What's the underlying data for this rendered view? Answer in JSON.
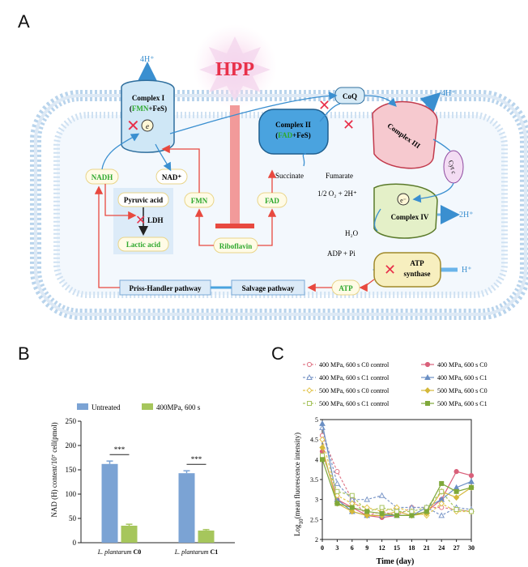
{
  "panels": {
    "a": "A",
    "b": "B",
    "c": "C"
  },
  "diagram": {
    "hpp": "HPP",
    "proton_top": "4H⁺",
    "proton_right": "4H⁺",
    "proton_c4": "2H⁺",
    "proton_atp": "H⁺",
    "complex1": {
      "title": "Complex I",
      "fmn": "FMN",
      "plus": "+FeS",
      "e": "e"
    },
    "complex2": {
      "title": "Complex II",
      "fad": "FAD",
      "plus": "+FeS"
    },
    "complex3": "Complex III",
    "complex4": "Complex IV",
    "coq": "CoQ",
    "cytc": "Cyt c",
    "e_c4": "e⁻",
    "nadh": "NADH",
    "nad": "NAD⁺",
    "pyruvic": "Pyruvic acid",
    "ldh": "LDH",
    "lactic": "Lactic acid",
    "fmn": "FMN",
    "fad": "FAD",
    "riboflavin": "Riboflavin",
    "succinate": "Succinate",
    "fumarate": "Fumarate",
    "oxygen": "1/2 O₂ + 2H⁺",
    "water": "H₂O",
    "adp": "ADP + Pi",
    "atp_synthase_1": "ATP",
    "atp_synthase_2": "synthase",
    "atp": "ATP",
    "priss": "Priss-Handler pathway",
    "salvage": "Salvage pathway"
  },
  "chart_data": [
    {
      "type": "bar",
      "ylabel": "NAD (H) content/10⁷ cell(pmol)",
      "ylim": [
        0,
        250
      ],
      "yticks": [
        0,
        50,
        100,
        150,
        200,
        250
      ],
      "categories": [
        "L. plantarum C0",
        "L. plantarum C1"
      ],
      "category_parts": [
        [
          "L. plantarum",
          "C0"
        ],
        [
          "L. plantarum",
          "C1"
        ]
      ],
      "series": [
        {
          "name": "Untreated",
          "color": "#7ba3d4",
          "values": [
            162,
            143
          ],
          "errors": [
            6,
            5
          ]
        },
        {
          "name": "400MPa, 600 s",
          "color": "#a6c65c",
          "values": [
            35,
            25
          ],
          "errors": [
            3,
            2
          ]
        }
      ],
      "significance": [
        "***",
        "***"
      ]
    },
    {
      "type": "line",
      "xlabel": "Time (day)",
      "ylabel": "Log10(mean fluorescence intensity)",
      "ylabel_parts": [
        "Log",
        "10",
        "(mean fluorescence intensity)"
      ],
      "xlim": [
        0,
        30
      ],
      "ylim": [
        2,
        5
      ],
      "xticks": [
        0,
        3,
        6,
        9,
        12,
        15,
        18,
        21,
        24,
        27,
        30
      ],
      "yticks": [
        2,
        2.5,
        3,
        3.5,
        4,
        4.5,
        5
      ],
      "legend_position": "top",
      "x": [
        0,
        3,
        6,
        9,
        12,
        15,
        18,
        21,
        24,
        27,
        30
      ],
      "series": [
        {
          "name": "400 MPa, 600 s C0 control",
          "color": "#e07a8a",
          "marker": "circle-open",
          "dashed": true,
          "values": [
            4.6,
            3.7,
            3.0,
            2.6,
            2.7,
            2.6,
            2.8,
            2.8,
            2.8,
            2.75,
            2.7
          ]
        },
        {
          "name": "400 MPa, 600 s C0",
          "color": "#d9607a",
          "marker": "circle",
          "dashed": false,
          "values": [
            4.2,
            3.0,
            2.8,
            2.6,
            2.55,
            2.6,
            2.6,
            2.7,
            3.0,
            3.7,
            3.6
          ]
        },
        {
          "name": "400 MPa, 600 s C1 control",
          "color": "#7b97c8",
          "marker": "triangle-open",
          "dashed": true,
          "values": [
            4.8,
            3.4,
            3.0,
            3.0,
            3.1,
            2.8,
            2.8,
            2.8,
            2.6,
            2.8,
            2.75
          ]
        },
        {
          "name": "400 MPa, 600 s C1",
          "color": "#6a8fc4",
          "marker": "triangle",
          "dashed": false,
          "values": [
            4.9,
            3.0,
            2.7,
            2.6,
            2.6,
            2.6,
            2.6,
            2.8,
            3.0,
            3.3,
            3.45
          ]
        },
        {
          "name": "500 MPa, 600 s C0 control",
          "color": "#e2c44a",
          "marker": "diamond-open",
          "dashed": true,
          "values": [
            4.5,
            3.1,
            2.9,
            2.8,
            2.7,
            2.8,
            2.7,
            2.6,
            2.9,
            2.7,
            2.7
          ]
        },
        {
          "name": "500 MPa, 600 s C0",
          "color": "#d4b83a",
          "marker": "diamond",
          "dashed": false,
          "values": [
            4.3,
            2.9,
            2.7,
            2.6,
            2.6,
            2.7,
            2.6,
            2.65,
            3.2,
            3.05,
            3.3
          ]
        },
        {
          "name": "500 MPa, 600 s C1 control",
          "color": "#a8c460",
          "marker": "square-open",
          "dashed": true,
          "values": [
            4.1,
            3.2,
            3.1,
            2.7,
            2.8,
            2.7,
            2.7,
            2.8,
            3.2,
            2.75,
            2.7
          ]
        },
        {
          "name": "500 MPa, 600 s C1",
          "color": "#7fa83a",
          "marker": "square",
          "dashed": false,
          "values": [
            4.0,
            2.9,
            2.8,
            2.7,
            2.65,
            2.6,
            2.6,
            2.7,
            3.4,
            3.2,
            3.3
          ]
        }
      ]
    }
  ]
}
